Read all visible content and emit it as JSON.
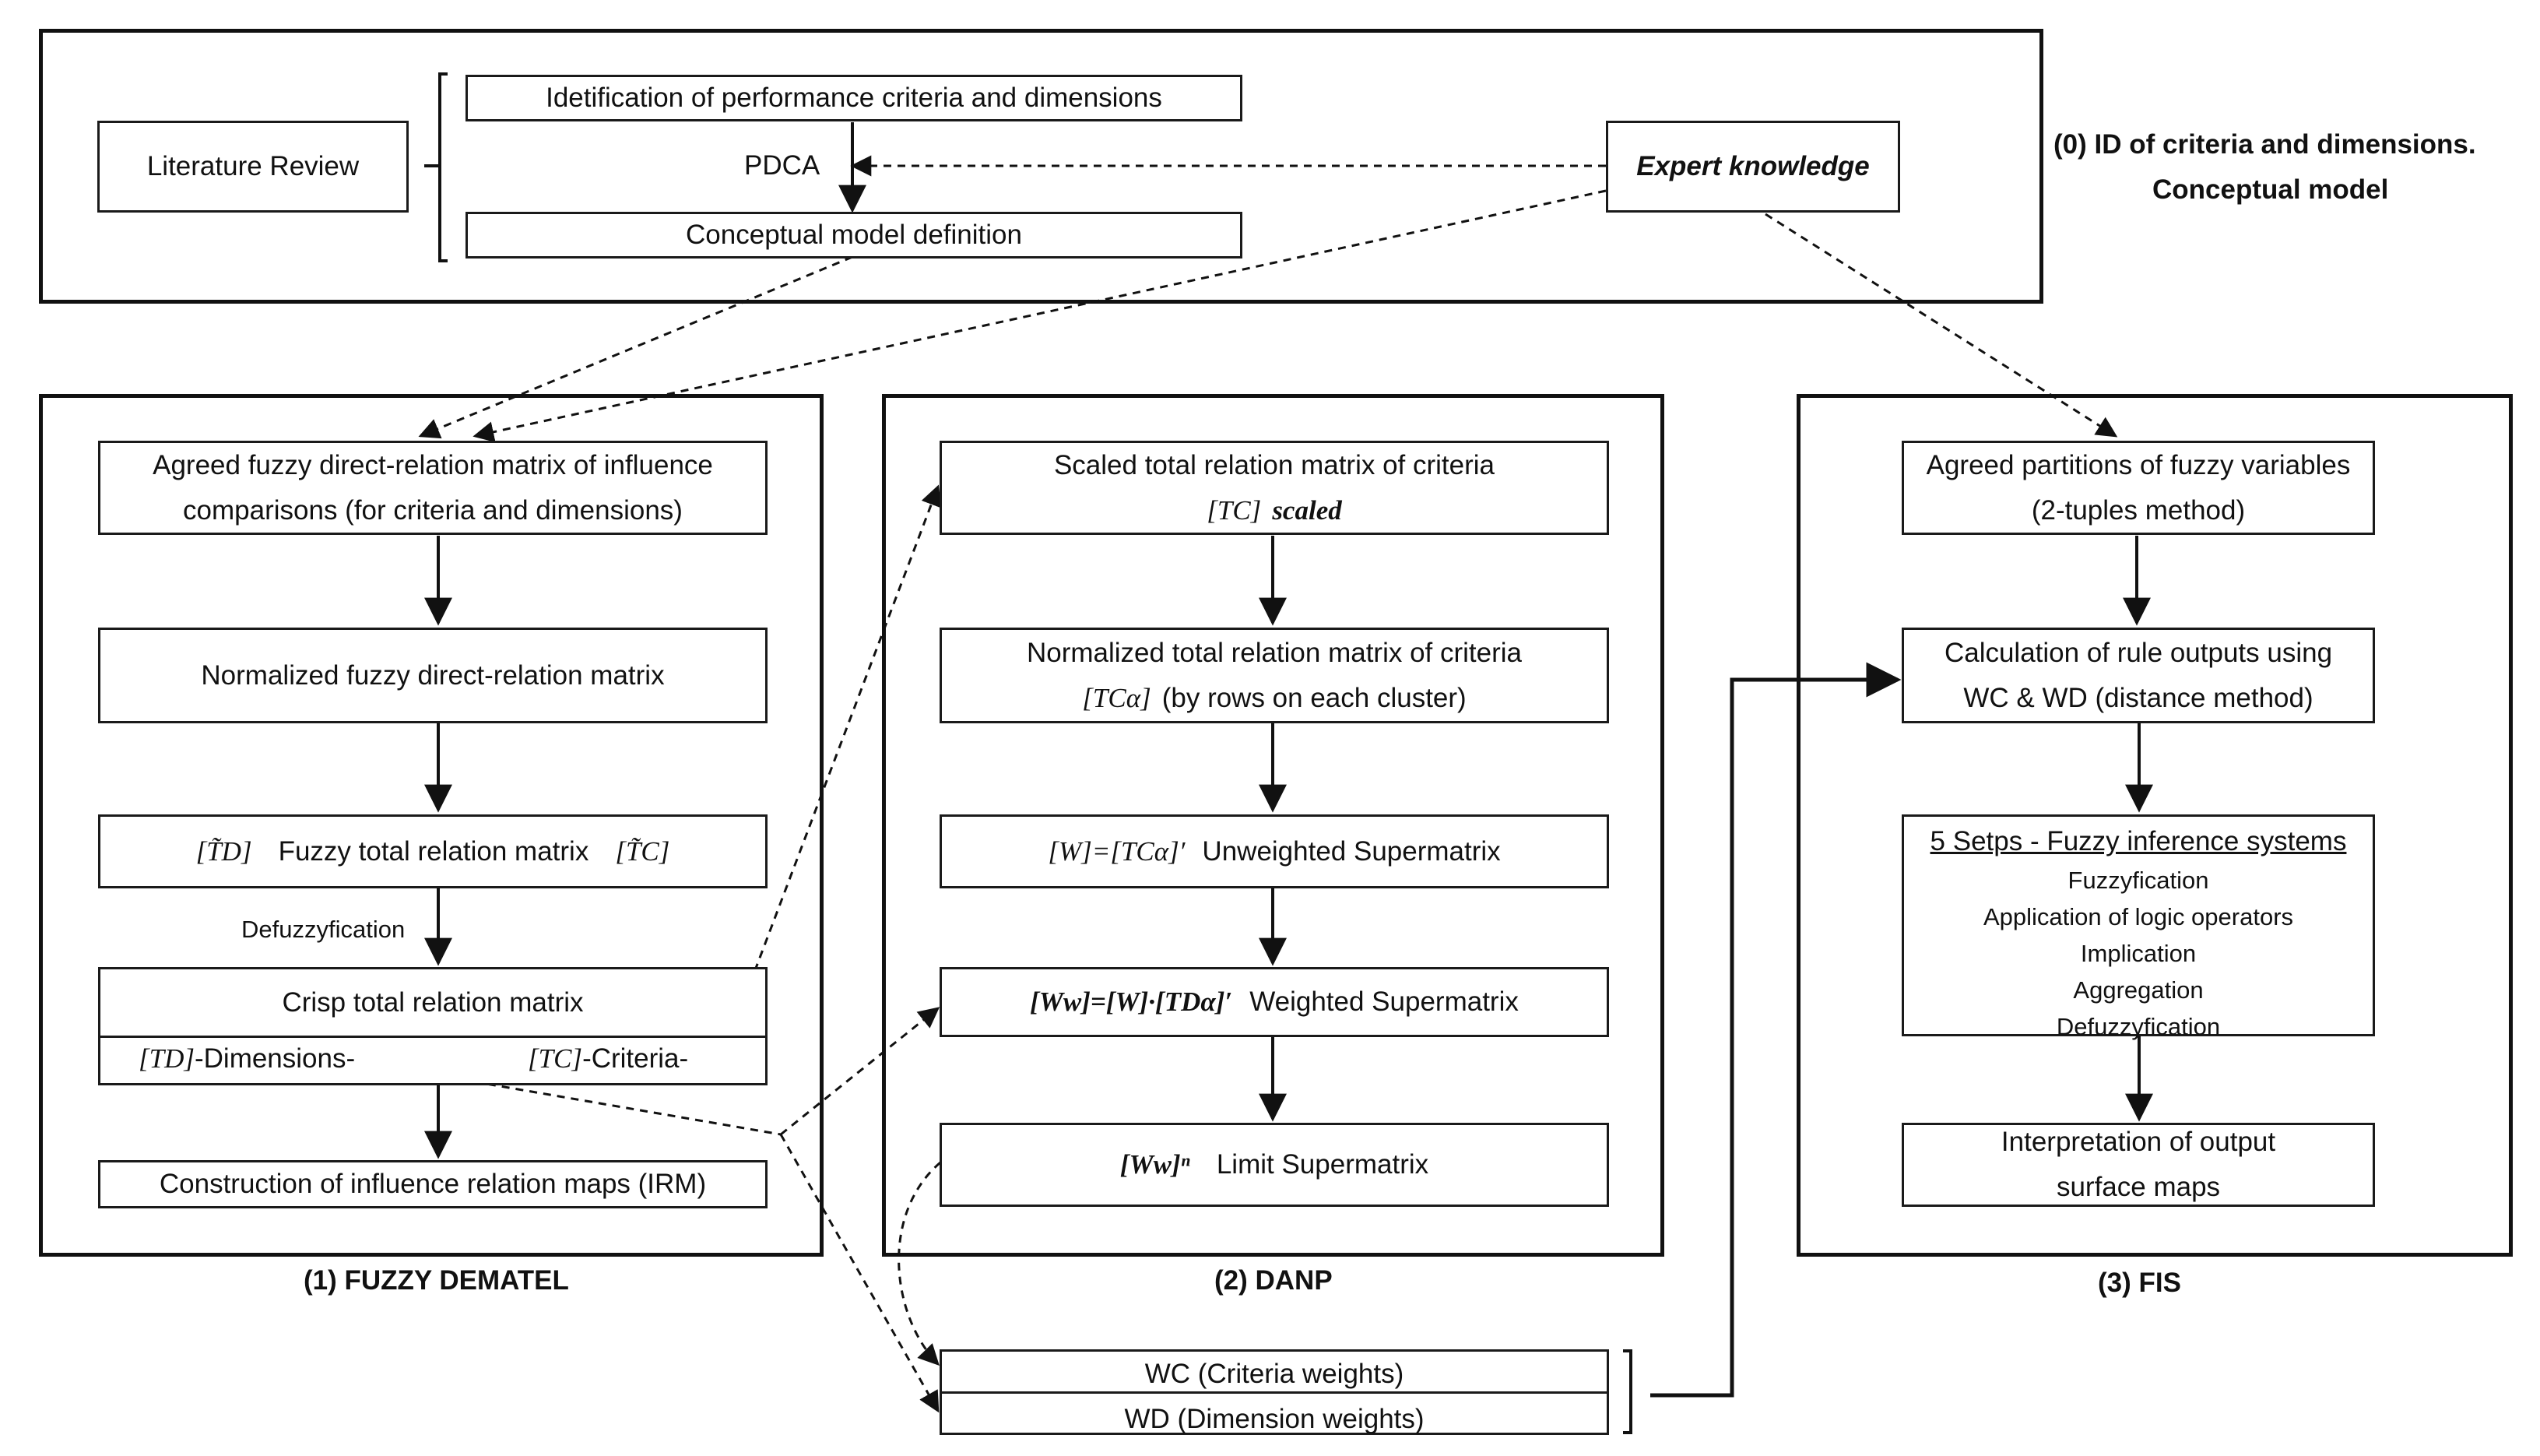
{
  "stage0": {
    "literature_review": "Literature Review",
    "identification": "Idetification of performance criteria and dimensions",
    "pdca": "PDCA",
    "conceptual_model": "Conceptual model definition",
    "expert_knowledge": "Expert knowledge",
    "caption_line1": "(0) ID of criteria and dimensions.",
    "caption_line2": "Conceptual model"
  },
  "stage1": {
    "caption": "(1) FUZZY DEMATEL",
    "agreed_line1": "Agreed fuzzy direct-relation matrix of influence",
    "agreed_line2": "comparisons (for criteria and dimensions)",
    "normalized": "Normalized fuzzy direct-relation matrix",
    "fuzzy_total_TD": "[T̃D]",
    "fuzzy_total": "Fuzzy total relation matrix",
    "fuzzy_total_TC": "[T̃C]",
    "defuzzification": "Defuzzyfication",
    "crisp_total": "Crisp total relation matrix",
    "td_symbol": "[TD]",
    "td_label": "-Dimensions-",
    "tc_symbol": "[TC]",
    "tc_label": "-Criteria-",
    "irm": "Construction of influence relation maps (IRM)"
  },
  "stage2": {
    "caption": "(2) DANP",
    "scaled_line1": "Scaled total relation matrix of criteria",
    "scaled_symbol": "[TC]",
    "scaled_word": "scaled",
    "normalized_line1": "Normalized total relation matrix of criteria",
    "normalized_symbol": "[TCα]",
    "normalized_note": "(by rows on each cluster)",
    "unweighted_formula": "[W]=[TCα]′",
    "unweighted": "Unweighted Supermatrix",
    "weighted_formula": "[Ww]=[W]·[TDα]′",
    "weighted": "Weighted Supermatrix",
    "limit_formula": "[Ww]ⁿ",
    "limit": "Limit Supermatrix"
  },
  "weights": {
    "wc": "WC (Criteria weights)",
    "wd": "WD (Dimension weights)"
  },
  "stage3": {
    "caption": "(3) FIS",
    "partitions_line1": "Agreed partitions of fuzzy variables",
    "partitions_line2": "(2-tuples method)",
    "rule_line1": "Calculation of rule outputs using",
    "rule_line2": "WC & WD (distance method)",
    "steps_title": "5 Setps - Fuzzy inference systems",
    "step1": "Fuzzyfication",
    "step2": "Application of logic operators",
    "step3": "Implication",
    "step4": "Aggregation",
    "step5": "Defuzzyfication",
    "interp_line1": "Interpretation of output",
    "interp_line2": "surface maps"
  }
}
